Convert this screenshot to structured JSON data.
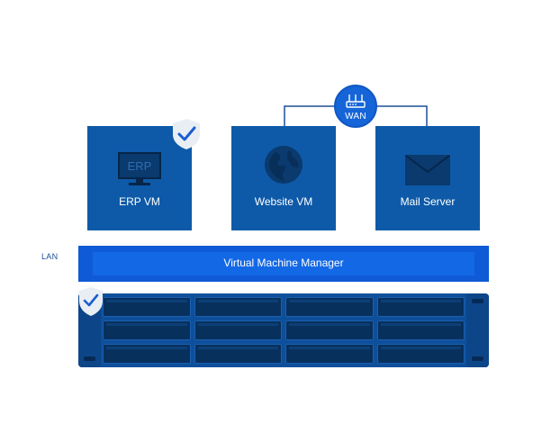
{
  "wan": {
    "label": "WAN",
    "icon": "router-icon"
  },
  "lan": {
    "label": "LAN"
  },
  "vms": [
    {
      "label": "ERP VM",
      "icon": "monitor-icon",
      "screen_text": "ERP",
      "protected": true
    },
    {
      "label": "Website VM",
      "icon": "globe-icon",
      "protected": false
    },
    {
      "label": "Mail Server",
      "icon": "envelope-icon",
      "protected": false
    }
  ],
  "vmm": {
    "label": "Virtual Machine Manager"
  },
  "storage": {
    "icon": "nas-icon",
    "bays_rows": 3,
    "bays_cols": 4,
    "protected": true
  },
  "colors": {
    "vm_box": "#0e5aa8",
    "accent": "#1565d8",
    "vmm_bar": "#0f5ad6",
    "nas": "#0e4f9c",
    "shield": "#e9eef4",
    "check": "#1a5fd0"
  }
}
